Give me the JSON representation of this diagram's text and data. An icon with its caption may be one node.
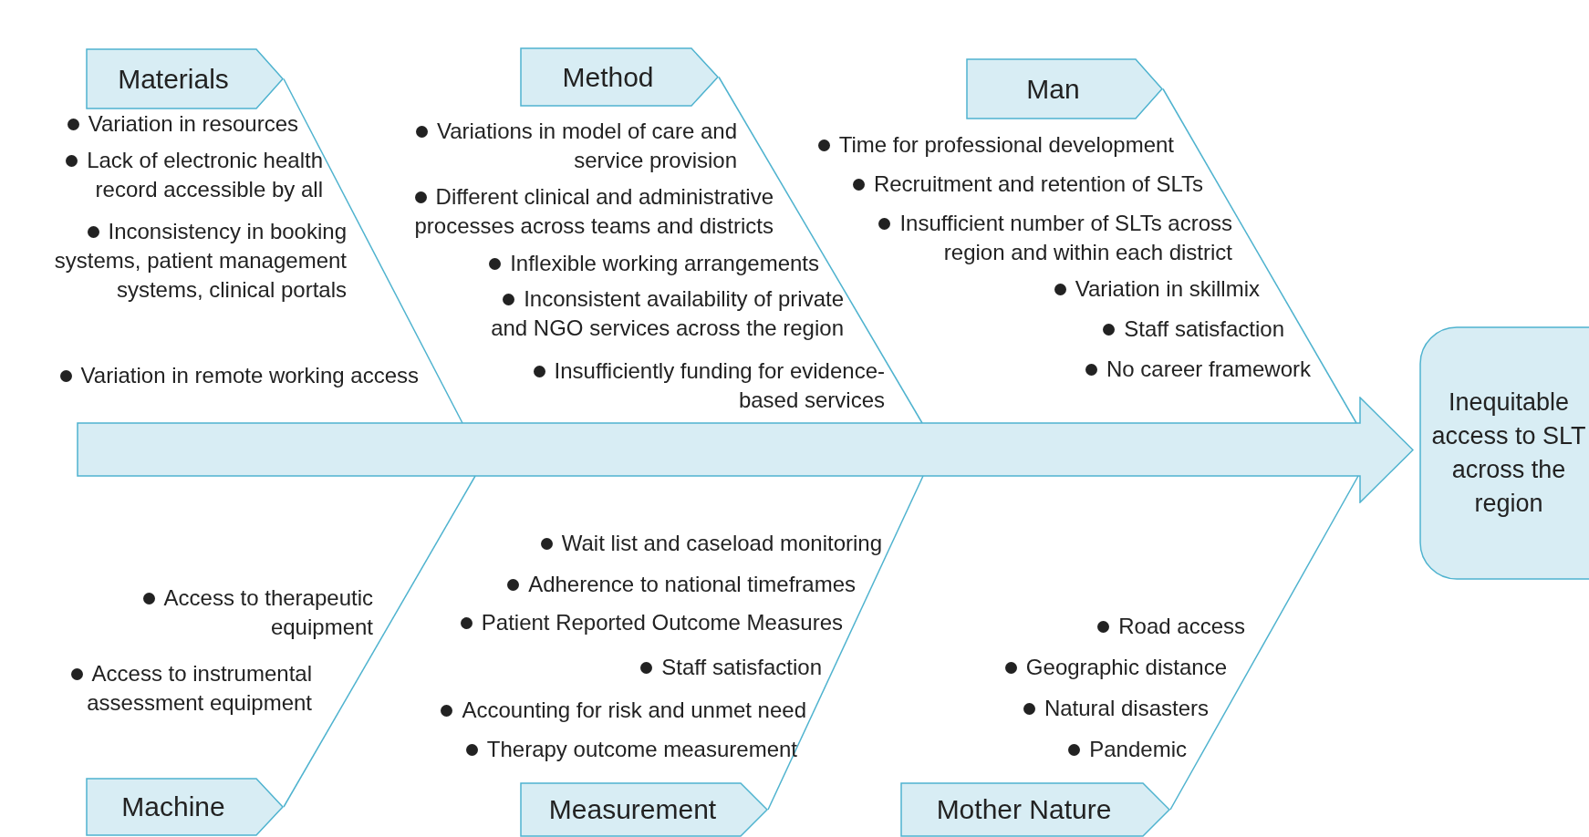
{
  "diagram": {
    "nodes": [
      {
        "text": [
          "Materials"
        ]
      },
      {
        "text": [
          "Method"
        ]
      },
      {
        "text": [
          "Man"
        ]
      },
      {
        "text": [],
        "shape": "arrow"
      },
      {
        "text": [
          "Inequitable access to SLT across the region"
        ]
      },
      {
        "text": [
          "Machine"
        ]
      },
      {
        "text": [
          "Measurement"
        ]
      },
      {
        "text": [
          "Mother Nature"
        ]
      }
    ],
    "edges": [
      {
        "from": 0,
        "to": 3,
        "arrow": "none"
      },
      {
        "from": 1,
        "to": 3,
        "arrow": "none"
      },
      {
        "from": 2,
        "to": 3,
        "arrow": "none"
      },
      {
        "from": 5,
        "to": 3,
        "arrow": "none"
      },
      {
        "from": 6,
        "to": 3,
        "arrow": "none"
      },
      {
        "from": 7,
        "to": 3,
        "arrow": "none"
      }
    ],
    "labels": [
      "Variation in resources",
      "Lack of electronic health record accessible by all",
      "Inconsistency in booking systems, patient management systems, clinical portals",
      "Variation in remote working access",
      "Variations in model of care and service provision",
      "Different clinical and administrative processes across teams and districts",
      "Inflexible working arrangements",
      "Inconsistent availability of private and NGO services across the region",
      "Insufficiently funding for evidence-based services",
      "Time for professional development",
      "Recruitment and retention of SLTs",
      "Insufficient number of SLTs across region and within each district",
      "Variation in skillmix",
      "Staff satisfaction",
      "No career framework",
      "Access to therapeutic equipment",
      "Access to instrumental assessment equipment",
      "Wait list and caseload monitoring",
      "Adherence to national timeframes",
      "Patient Reported Outcome Measures",
      "Staff satisfaction",
      "Accounting for risk and unmet need",
      "Therapy outcome measurement",
      "Road access",
      "Geographic distance",
      "Natural disasters",
      "Pandemic"
    ]
  }
}
